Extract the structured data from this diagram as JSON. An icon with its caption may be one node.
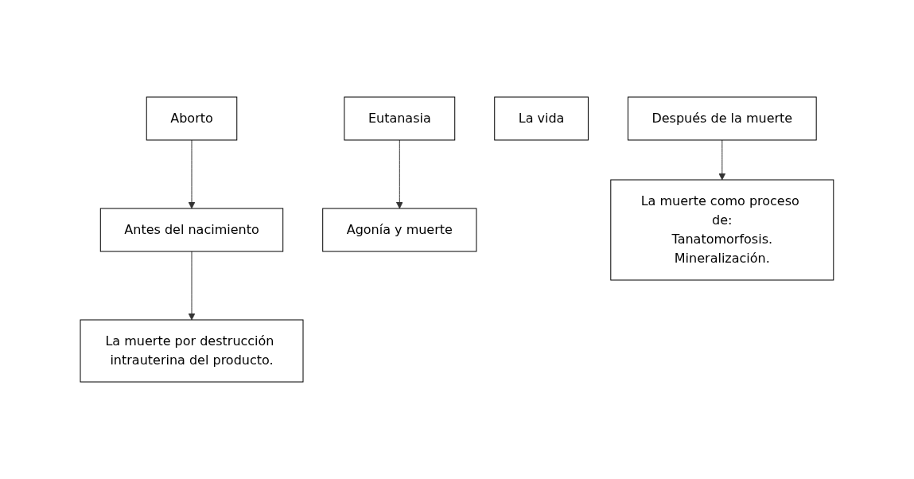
{
  "diagram": {
    "nodes": [
      {
        "text": [
          "Aborto"
        ]
      },
      {
        "text": [
          "Eutanasia"
        ]
      },
      {
        "text": [
          "Antes del nacimiento"
        ]
      },
      {
        "text": [
          "La vida"
        ]
      },
      {
        "text": [
          "Agonía y muerte"
        ]
      },
      {
        "text": [
          "Después de la muerte"
        ]
      },
      {
        "text": [
          "La muerte por destrucción intrauterina del producto."
        ]
      },
      {
        "text": [
          "La muerte como proceso de:",
          "Tanatomorfosis.",
          "Mineralización."
        ]
      }
    ],
    "edges": [
      {
        "from": 0,
        "to": 2,
        "arrow": "to"
      },
      {
        "from": 1,
        "to": 4,
        "arrow": "to"
      },
      {
        "from": 2,
        "to": 6,
        "arrow": "to"
      },
      {
        "from": 5,
        "to": 7,
        "arrow": "to"
      }
    ]
  }
}
